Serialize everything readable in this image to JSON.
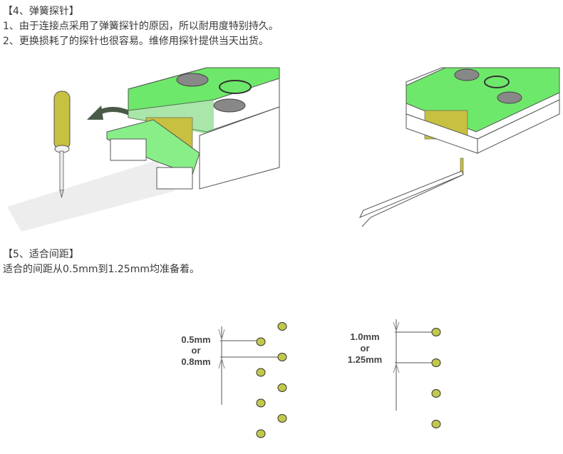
{
  "section4": {
    "heading": "【4、弹簧探针】",
    "items": [
      "1、由于连接点采用了弹簧探针的原因，所以耐用度特别持久。",
      "2、更换损耗了的探针也很容易。维修用探针提供当天出货。"
    ],
    "illustrations": [
      {
        "name": "probe-removal-illustration",
        "depicts": "screwdriver removing probe cover from connector block"
      },
      {
        "name": "probe-replacement-illustration",
        "depicts": "tweezers inserting spring probe into connector block"
      }
    ]
  },
  "section5": {
    "heading": "【5、适合间距】",
    "description": "适合的间距从0.5mm到1.25mm均准备着。",
    "diagrams": [
      {
        "label_top": "0.5mm",
        "label_mid": "or",
        "label_bottom": "0.8mm",
        "pattern": "staggered",
        "dot_count": 8
      },
      {
        "label_top": "1.0mm",
        "label_mid": "or",
        "label_bottom": "1.25mm",
        "pattern": "single-row",
        "dot_count": 4
      }
    ]
  },
  "colors": {
    "board_green": "#6ee86a",
    "pin_gold": "#c8c040",
    "dot_fill": "#c2c84a",
    "arrow": "#4a5a48",
    "line": "#555555"
  }
}
